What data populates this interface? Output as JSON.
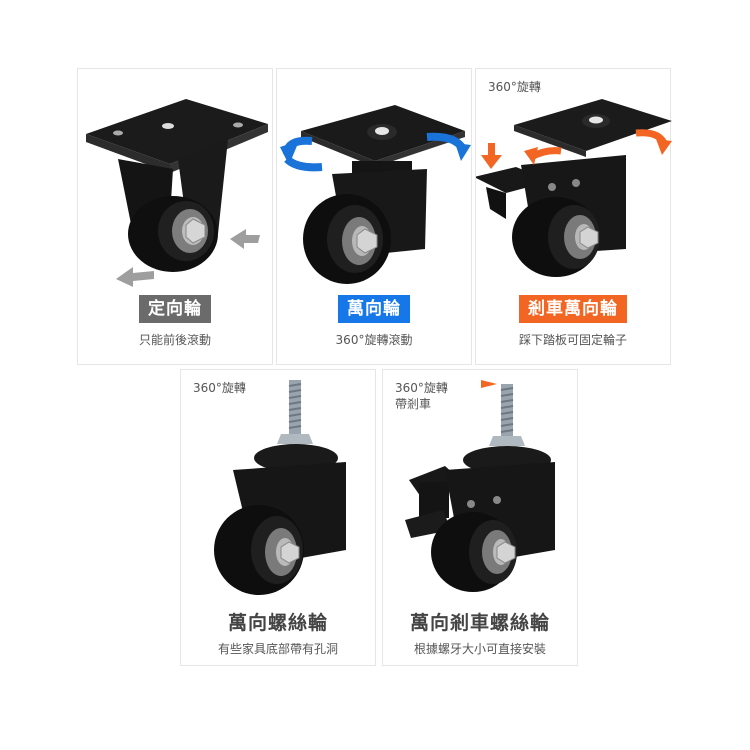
{
  "products": [
    {
      "badge": "定向輪",
      "badge_color": "#6b6b6b",
      "subtitle": "只能前後滾動",
      "corner": ""
    },
    {
      "badge": "萬向輪",
      "badge_color": "#1677e8",
      "subtitle": "360°旋轉滾動",
      "corner": ""
    },
    {
      "badge": "剎車萬向輪",
      "badge_color": "#f26522",
      "subtitle": "踩下踏板可固定輪子",
      "corner": "360°旋轉"
    },
    {
      "title": "萬向螺絲輪",
      "subtitle": "有些家具底部帶有孔洞",
      "corner_line1": "360°旋轉",
      "corner_line2": ""
    },
    {
      "title": "萬向剎車螺絲輪",
      "subtitle": "根據螺牙大小可直接安裝",
      "corner_line1": "360°旋轉",
      "corner_line2": "帶剎車"
    }
  ],
  "icons": {
    "arrow_gray": "gray-direction-arrow-icon",
    "arrow_blue": "blue-rotation-arrow-icon",
    "arrow_orange": "orange-brake-arrow-icon"
  }
}
